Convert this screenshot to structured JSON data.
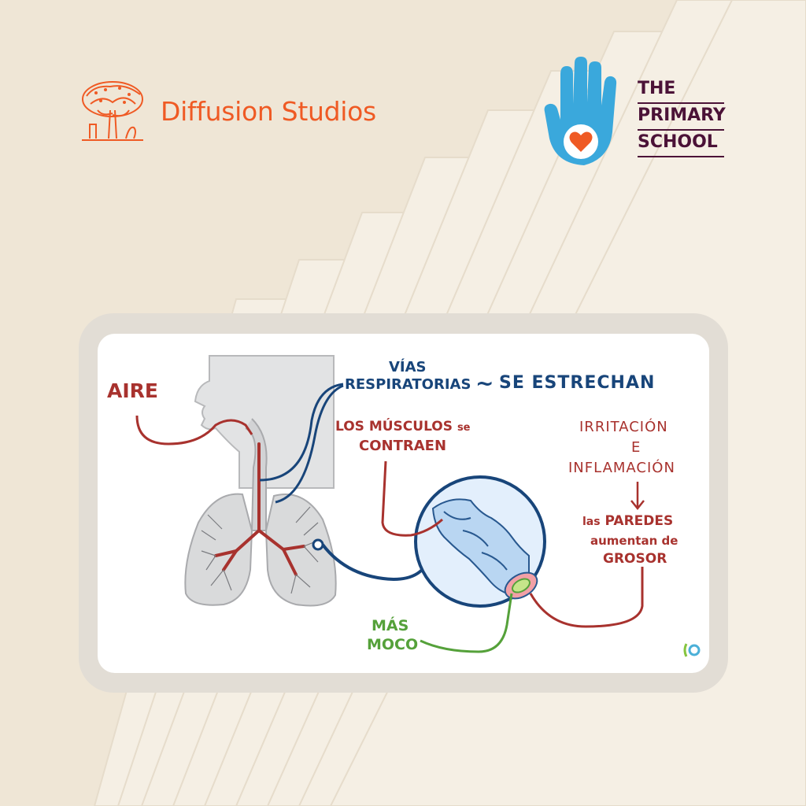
{
  "brand": {
    "diffusion": {
      "name": "Diffusion Studios",
      "color": "#ef5a24",
      "icon": "tree-logo-icon"
    },
    "primary_school": {
      "lines": [
        "THE",
        "PRIMARY",
        "SCHOOL"
      ],
      "color": "#4b1237",
      "hand_color": "#3aa8dc",
      "heart_color": "#ef5a24",
      "icon": "raised-hand-heart-icon"
    }
  },
  "illustration": {
    "labels": {
      "aire": "AIRE",
      "vias_1": "VÍAS",
      "vias_2": "RESPIRATORIAS",
      "tilde": "~",
      "estrechan": "SE ESTRECHAN",
      "musculos_1": "LOS MÚSCULOS",
      "musculos_se": "se",
      "musculos_2": "CONTRAEN",
      "irritacion_1": "IRRITACIÓN",
      "irritacion_2": "E",
      "irritacion_3": "INFLAMACIÓN",
      "paredes_1a": "las",
      "paredes_1b": "PAREDES",
      "paredes_2": "aumentan de",
      "paredes_3": "GROSOR",
      "moco_1": "MÁS",
      "moco_2": "MOCO"
    },
    "colors": {
      "red": "#a8322e",
      "blue": "#18457a",
      "green": "#55a13a",
      "lung": "#d9dadb"
    },
    "watermark_icon": "osmosis-logo-icon"
  }
}
